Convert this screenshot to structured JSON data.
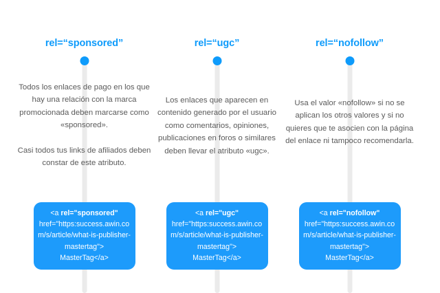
{
  "page": {
    "background_color": "#ffffff",
    "accent_color": "#0e9bfb",
    "card_color": "#1d9bfb",
    "track_color": "#ebebeb",
    "body_text_color": "#5a5a5a"
  },
  "columns": [
    {
      "id": "sponsored",
      "heading": "rel=“sponsored”",
      "paragraphs": [
        "Todos los enlaces de pago en los que hay una relación con la marca promocionada deben marcarse como «sponsored».",
        "Casi todos tus links de afiliados deben constar de este atributo."
      ],
      "code": {
        "tag_open": "<a ",
        "rel": "rel=\"sponsored\"",
        "href_prefix": "href=\"",
        "url": "https:success.awin.com/s/article/what-is-publisher-mastertag\">",
        "anchor_text": "MasterTag</a>"
      }
    },
    {
      "id": "ugc",
      "heading": "rel=“ugc”",
      "paragraphs": [
        "Los enlaces que aparecen en contenido generado por el usuario como comentarios, opiniones, publicaciones en foros o similares deben llevar el atributo «ugc»."
      ],
      "code": {
        "tag_open": "<a ",
        "rel": "rel=\"ugc\"",
        "href_prefix": "href=\"",
        "url": "https:success.awin.com/s/article/what-is-publisher-mastertag\">",
        "anchor_text": "MasterTag</a>"
      }
    },
    {
      "id": "nofollow",
      "heading": "rel=“nofollow”",
      "paragraphs": [
        "Usa el valor «nofollow» si no se aplican los otros valores y si no quieres que te asocien con la página del enlace ni tampoco recomendarla."
      ],
      "code": {
        "tag_open": "<a ",
        "rel": "rel=\"nofollow\"",
        "href_prefix": "href=\"",
        "url": "https:success.awin.com/s/article/what-is-publisher-mastertag\">",
        "anchor_text": "MasterTag</a>"
      }
    }
  ]
}
